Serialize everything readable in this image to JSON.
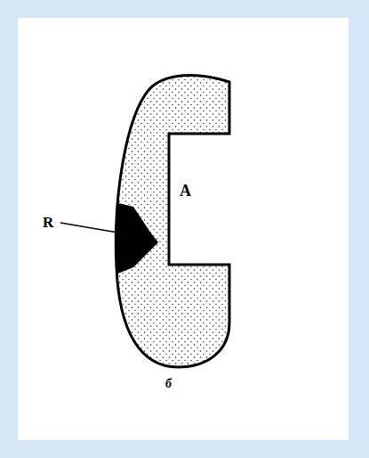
{
  "diagram": {
    "labels": [
      "R",
      "A",
      "б"
    ]
  }
}
